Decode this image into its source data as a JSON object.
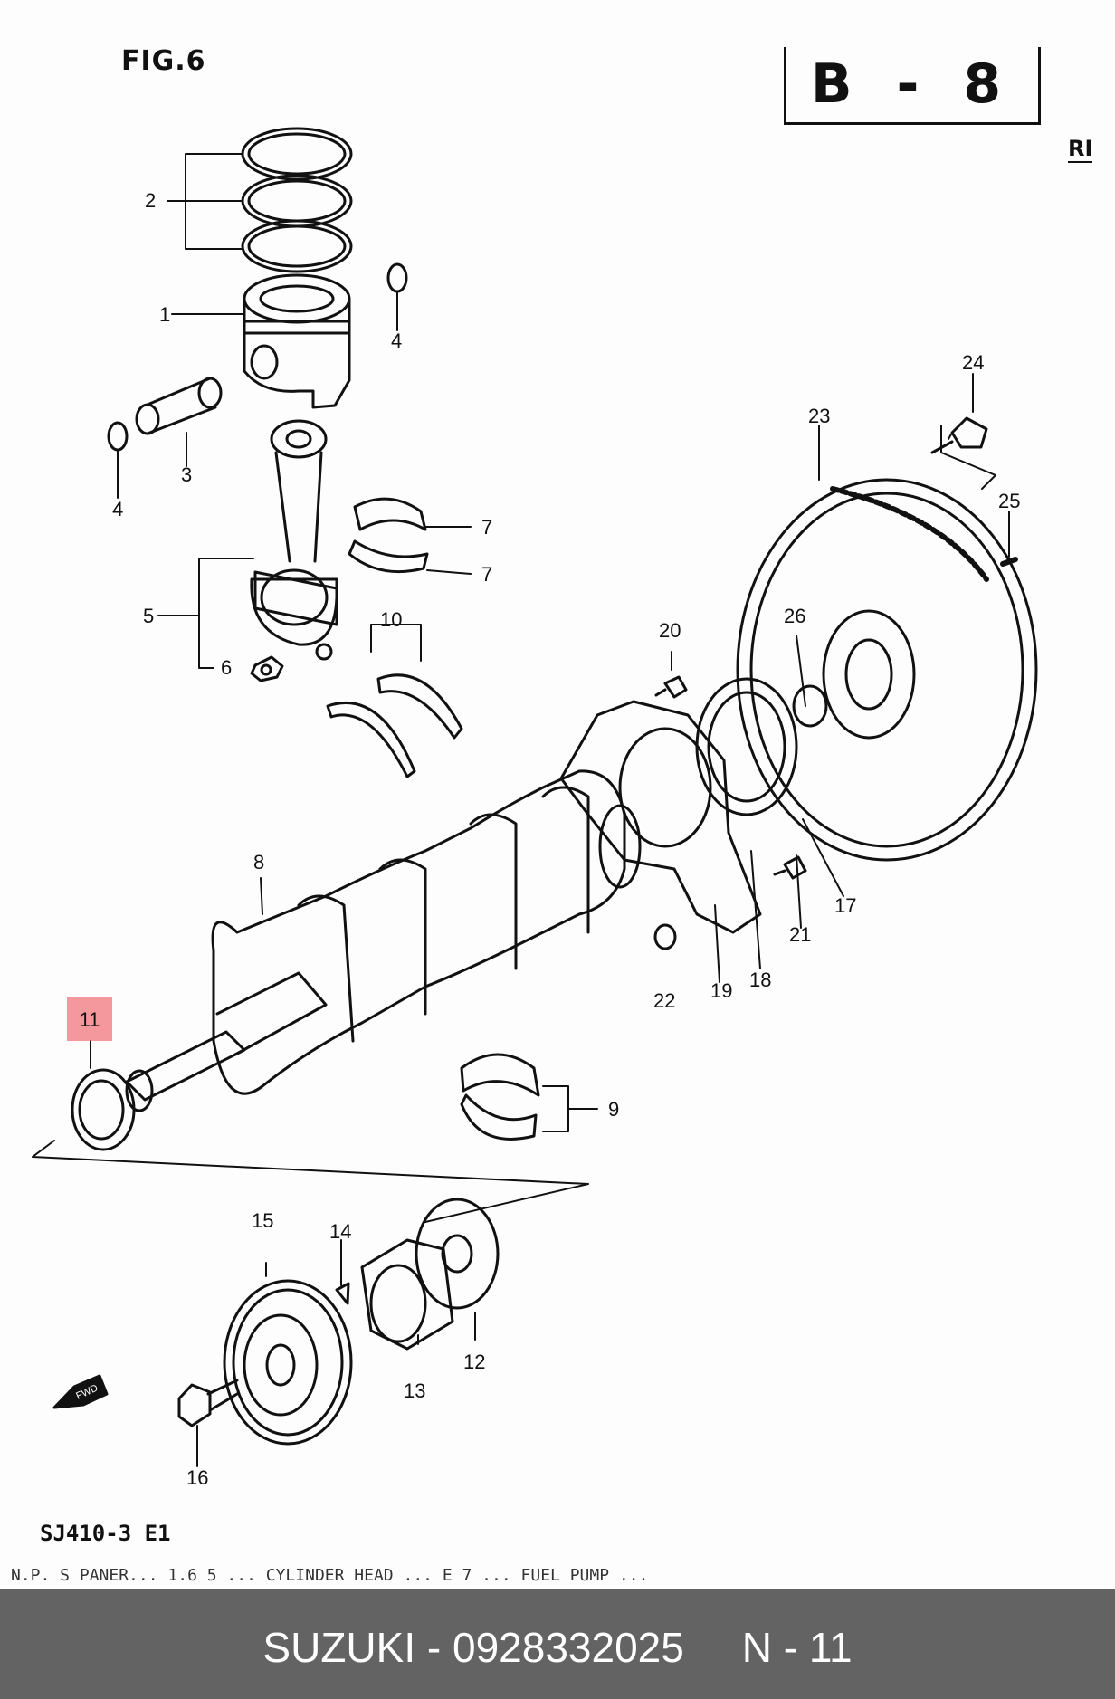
{
  "figure": {
    "title": "FIG.6",
    "page_code": "B - 8",
    "corner_mark": "RI",
    "model_code": "SJ410-3 E1",
    "footer_text": "N.P. S PANER... 1.6 5 ... CYLINDER HEAD ... E 7 ... FUEL PUMP ..."
  },
  "callouts": [
    {
      "id": "c1",
      "label": "1"
    },
    {
      "id": "c2",
      "label": "2"
    },
    {
      "id": "c3",
      "label": "3"
    },
    {
      "id": "c4a",
      "label": "4"
    },
    {
      "id": "c4b",
      "label": "4"
    },
    {
      "id": "c5",
      "label": "5"
    },
    {
      "id": "c6",
      "label": "6"
    },
    {
      "id": "c7a",
      "label": "7"
    },
    {
      "id": "c7b",
      "label": "7"
    },
    {
      "id": "c8",
      "label": "8"
    },
    {
      "id": "c9",
      "label": "9"
    },
    {
      "id": "c10",
      "label": "10"
    },
    {
      "id": "c12",
      "label": "12"
    },
    {
      "id": "c13",
      "label": "13"
    },
    {
      "id": "c14",
      "label": "14"
    },
    {
      "id": "c15",
      "label": "15"
    },
    {
      "id": "c16",
      "label": "16"
    },
    {
      "id": "c17",
      "label": "17"
    },
    {
      "id": "c18",
      "label": "18"
    },
    {
      "id": "c19",
      "label": "19"
    },
    {
      "id": "c20",
      "label": "20"
    },
    {
      "id": "c21",
      "label": "21"
    },
    {
      "id": "c22",
      "label": "22"
    },
    {
      "id": "c23",
      "label": "23"
    },
    {
      "id": "c24",
      "label": "24"
    },
    {
      "id": "c25",
      "label": "25"
    },
    {
      "id": "c26",
      "label": "26"
    }
  ],
  "highlight": {
    "label": "11",
    "color": "#f05a64"
  },
  "fwd_arrow": {
    "label": "FWD"
  },
  "bottom_bar": {
    "caption": "SUZUKI - 0928332025     N - 11",
    "background": "#636363",
    "text_color": "#ffffff"
  }
}
